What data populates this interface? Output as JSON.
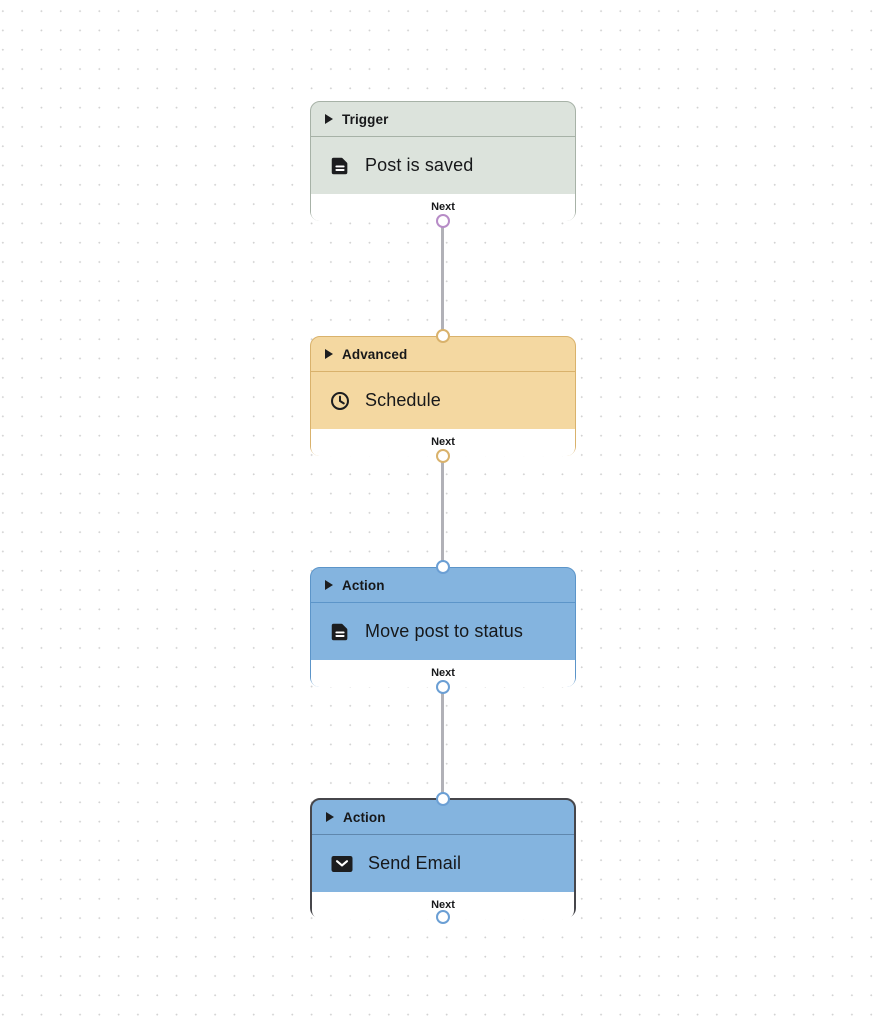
{
  "canvas": {
    "background": "#ffffff",
    "dot_color": "#d2d2d2",
    "edge_color": "#b1b1b7",
    "selection_border": "#46464b"
  },
  "nodes": [
    {
      "id": "trigger-post-is-saved",
      "category": "Trigger",
      "label": "Post is saved",
      "icon": "document-icon",
      "footer_label": "Next",
      "fill": "#dce3dc",
      "border": "#a7b2a7",
      "divider": "#a7b2a7",
      "handle_color": "#b78cc7",
      "selected": false,
      "has_input_handle": false,
      "has_output_handle": true
    },
    {
      "id": "advanced-schedule",
      "category": "Advanced",
      "label": "Schedule",
      "icon": "clock-icon",
      "footer_label": "Next",
      "fill": "#f4d8a1",
      "border": "#d9b26c",
      "divider": "#d9b26c",
      "handle_color": "#d9b26c",
      "selected": false,
      "has_input_handle": true,
      "has_output_handle": true
    },
    {
      "id": "action-move-post-to-status",
      "category": "Action",
      "label": "Move post to status",
      "icon": "document-icon",
      "footer_label": "Next",
      "fill": "#84b4df",
      "border": "#5c95c9",
      "divider": "#5c95c9",
      "handle_color": "#6b9fd4",
      "selected": false,
      "has_input_handle": true,
      "has_output_handle": true
    },
    {
      "id": "action-send-email",
      "category": "Action",
      "label": "Send Email",
      "icon": "envelope-icon",
      "footer_label": "Next",
      "fill": "#84b4df",
      "border": "#46464b",
      "divider": "#5f87ad",
      "handle_color": "#6b9fd4",
      "selected": true,
      "has_input_handle": true,
      "has_output_handle": true
    }
  ],
  "edges": [
    {
      "from": "trigger-post-is-saved",
      "to": "advanced-schedule"
    },
    {
      "from": "advanced-schedule",
      "to": "action-move-post-to-status"
    },
    {
      "from": "action-move-post-to-status",
      "to": "action-send-email"
    }
  ]
}
